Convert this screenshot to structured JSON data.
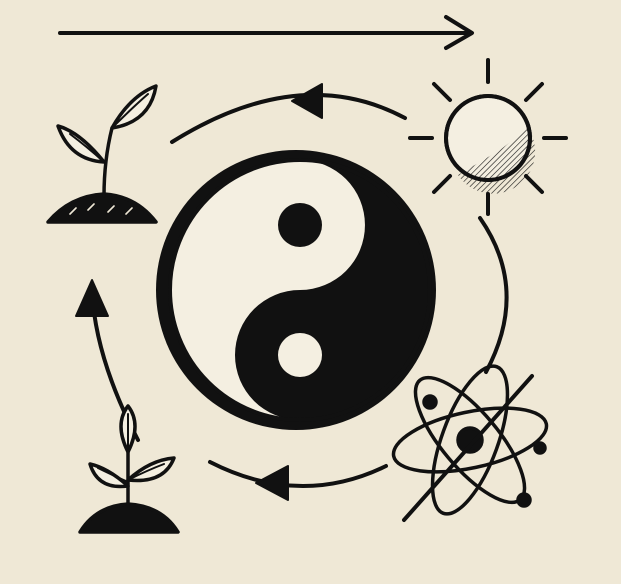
{
  "diagram": {
    "style": "hand-drawn ink sketch",
    "nodes": [
      {
        "id": "sprout-top",
        "icon": "sprout-icon"
      },
      {
        "id": "sun",
        "icon": "sun-icon"
      },
      {
        "id": "yin-yang",
        "icon": "yin-yang-icon"
      },
      {
        "id": "atom",
        "icon": "atom-icon"
      },
      {
        "id": "sprout-bottom",
        "icon": "sprout-icon"
      }
    ],
    "edges": [
      {
        "from": "sun",
        "to": "sprout-top",
        "direction": "counter-clockwise"
      },
      {
        "from": "sprout-top",
        "to": "atom",
        "direction": "counter-clockwise"
      },
      {
        "from": "atom",
        "to": "sprout-bottom",
        "direction": "counter-clockwise"
      },
      {
        "from": "sprout-bottom",
        "to": "sprout-top",
        "direction": "upward"
      }
    ],
    "top_arrow": {
      "direction": "left-to-right"
    }
  },
  "colors": {
    "background": "#efe8d6",
    "ink": "#111111",
    "paper": "#f4efe1"
  }
}
